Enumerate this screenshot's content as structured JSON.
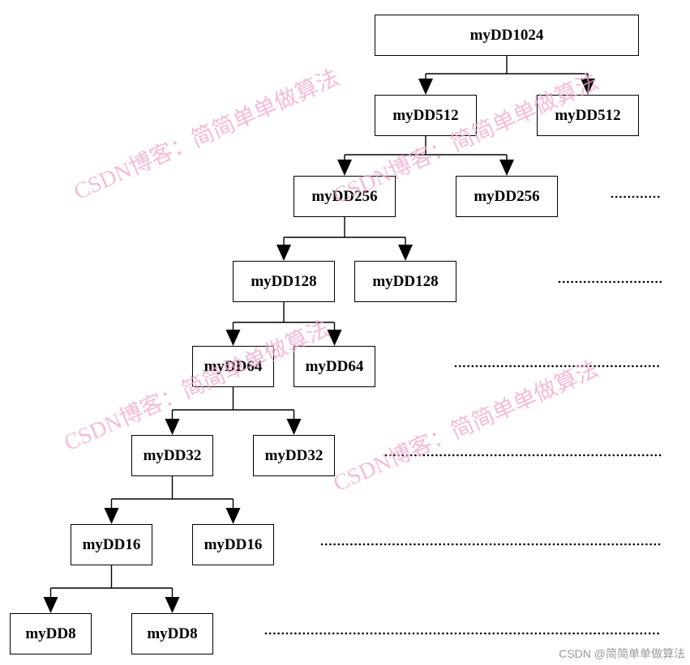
{
  "diagram": {
    "nodes": [
      {
        "id": "n1024",
        "label": "myDD1024"
      },
      {
        "id": "n512a",
        "label": "myDD512"
      },
      {
        "id": "n512b",
        "label": "myDD512"
      },
      {
        "id": "n256a",
        "label": "myDD256"
      },
      {
        "id": "n256b",
        "label": "myDD256"
      },
      {
        "id": "n128a",
        "label": "myDD128"
      },
      {
        "id": "n128b",
        "label": "myDD128"
      },
      {
        "id": "n64a",
        "label": "myDD64"
      },
      {
        "id": "n64b",
        "label": "myDD64"
      },
      {
        "id": "n32a",
        "label": "myDD32"
      },
      {
        "id": "n32b",
        "label": "myDD32"
      },
      {
        "id": "n16a",
        "label": "myDD16"
      },
      {
        "id": "n16b",
        "label": "myDD16"
      },
      {
        "id": "n8a",
        "label": "myDD8"
      },
      {
        "id": "n8b",
        "label": "myDD8"
      }
    ],
    "edges": [
      {
        "from": "n1024",
        "to": [
          "n512a",
          "n512b"
        ]
      },
      {
        "from": "n512a",
        "to": [
          "n256a",
          "n256b"
        ]
      },
      {
        "from": "n256a",
        "to": [
          "n128a",
          "n128b"
        ]
      },
      {
        "from": "n128a",
        "to": [
          "n64a",
          "n64b"
        ]
      },
      {
        "from": "n64a",
        "to": [
          "n32a",
          "n32b"
        ]
      },
      {
        "from": "n32a",
        "to": [
          "n16a",
          "n16b"
        ]
      },
      {
        "from": "n16a",
        "to": [
          "n8a",
          "n8b"
        ]
      }
    ],
    "ellipsis_rows": [
      "n256",
      "n128",
      "n64",
      "n32",
      "n16",
      "n8"
    ]
  },
  "watermarks": {
    "text": "CSDN博客：简简单单做算法",
    "footer": "CSDN @简简单单做算法"
  }
}
